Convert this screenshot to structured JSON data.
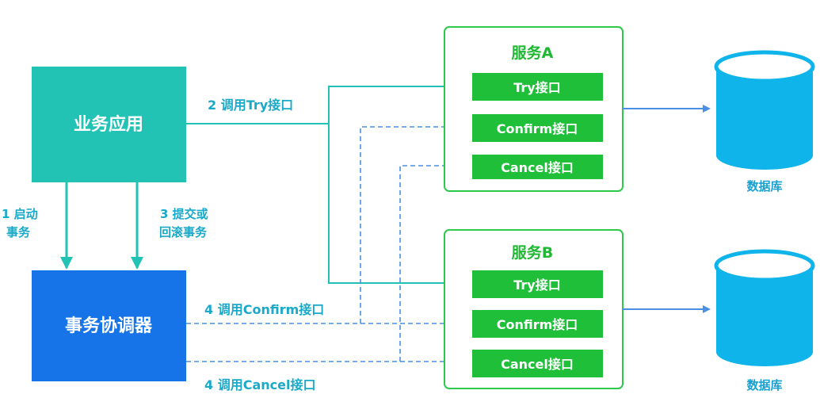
{
  "app": {
    "label": "业务应用",
    "color": "#22c2b5"
  },
  "coordinator": {
    "label": "事务协调器",
    "color": "#1674e8"
  },
  "labels": {
    "start_line1": "1 启动",
    "start_line2": "事务",
    "commit_line1": "3 提交或",
    "commit_line2": "回滚事务",
    "call_try": "2 调用Try接口",
    "call_confirm": "4 调用Confirm接口",
    "call_cancel": "4 调用Cancel接口"
  },
  "services": [
    {
      "title": "服务A",
      "interfaces": [
        "Try接口",
        "Confirm接口",
        "Cancel接口"
      ]
    },
    {
      "title": "服务B",
      "interfaces": [
        "Try接口",
        "Confirm接口",
        "Cancel接口"
      ]
    }
  ],
  "databases": [
    {
      "label": "数据库"
    },
    {
      "label": "数据库"
    }
  ],
  "colors": {
    "service_border": "#2ec84a",
    "interface_fill": "#1fbf3a",
    "arrow_teal": "#22c2b5",
    "arrow_blue": "#4a90e2",
    "db_fill": "#0fb4ea",
    "db_top": "#ffffff"
  }
}
